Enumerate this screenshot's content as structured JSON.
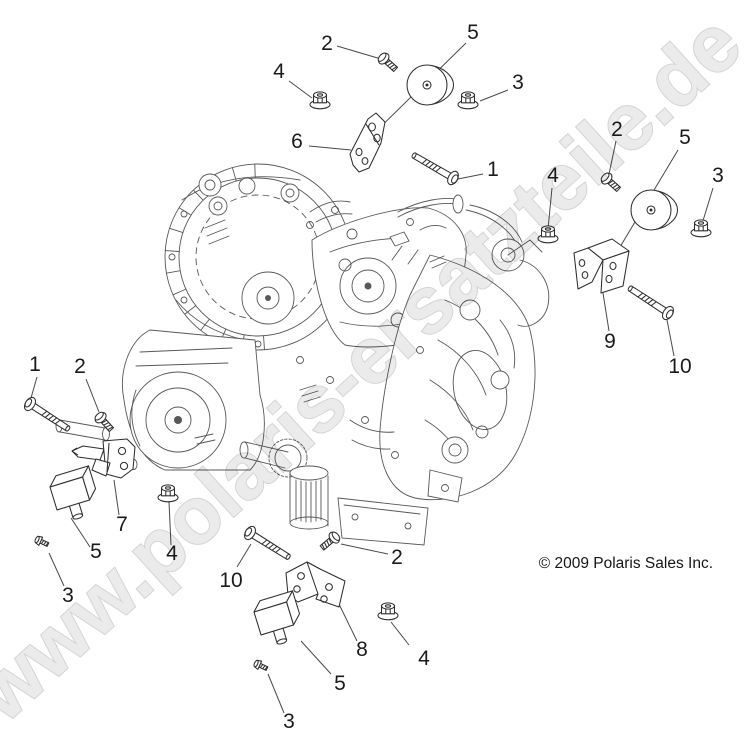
{
  "watermark": {
    "text": "www.polaris-ersatzteile.de",
    "fill": "#ebebeb",
    "edge": "#d4d4d4"
  },
  "copyright": {
    "text": "© 2009 Polaris Sales Inc."
  },
  "callouts": {
    "top": [
      {
        "label": "2"
      },
      {
        "label": "5"
      },
      {
        "label": "4"
      },
      {
        "label": "3"
      },
      {
        "label": "6"
      },
      {
        "label": "1"
      }
    ],
    "right": [
      {
        "label": "2"
      },
      {
        "label": "5"
      },
      {
        "label": "4"
      },
      {
        "label": "3"
      },
      {
        "label": "9"
      },
      {
        "label": "10"
      }
    ],
    "left": [
      {
        "label": "1"
      },
      {
        "label": "2"
      },
      {
        "label": "7"
      },
      {
        "label": "5"
      },
      {
        "label": "4"
      },
      {
        "label": "3"
      }
    ],
    "bottom": [
      {
        "label": "10"
      },
      {
        "label": "2"
      },
      {
        "label": "8"
      },
      {
        "label": "5"
      },
      {
        "label": "4"
      },
      {
        "label": "3"
      }
    ]
  }
}
